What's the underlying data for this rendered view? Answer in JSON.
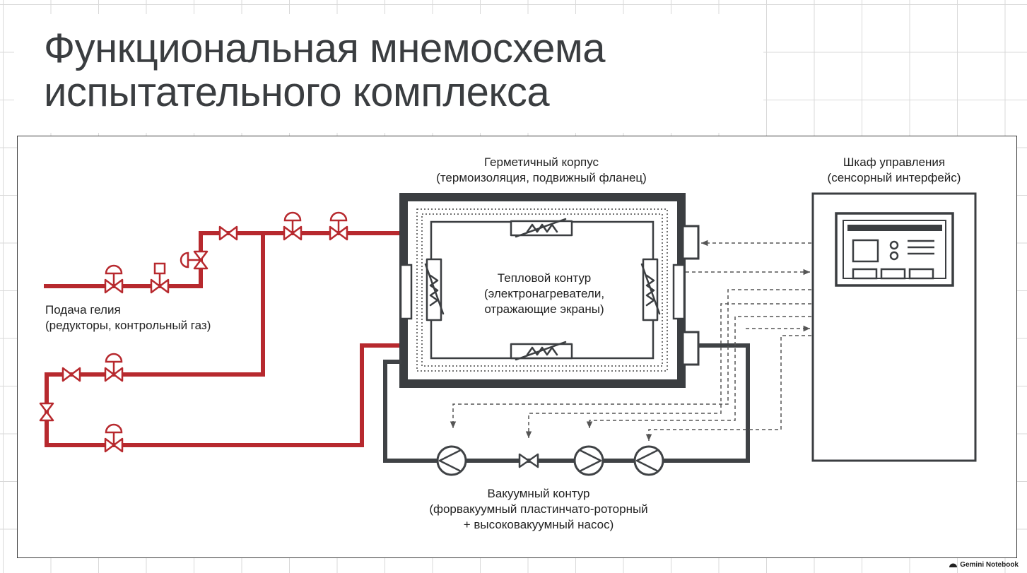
{
  "title": {
    "line1": "Функциональная мнемосхема",
    "line2": "испытательного комплекса"
  },
  "labels": {
    "helium": {
      "line1": "Подача гелия",
      "line2": "(редукторы, контрольный газ)"
    },
    "housing": {
      "line1": "Герметичный корпус",
      "line2": "(термоизоляция, подвижный фланец)"
    },
    "thermal": {
      "line1": "Тепловой контур",
      "line2": "(электронагреватели,",
      "line3": "отражающие экраны)"
    },
    "cabinet": {
      "line1": "Шкаф управления",
      "line2": "(сенсорный интерфейс)"
    },
    "vacuum": {
      "line1": "Вакуумный контур",
      "line2": "(форвакуумный пластинчато-роторный",
      "line3": "+ высоковакуумный насос)"
    }
  },
  "footer": {
    "brand": "Gemini Notebook"
  },
  "colors": {
    "gas_line": "#b7292e",
    "vacuum_line": "#3f4245",
    "signal_line": "#555555",
    "housing": "#3b3e41"
  }
}
